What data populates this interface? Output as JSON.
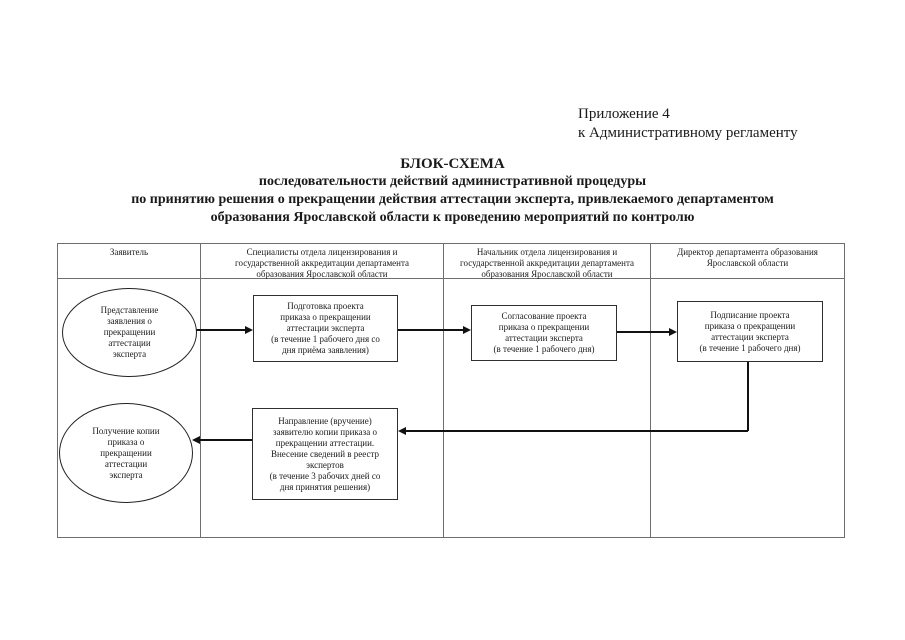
{
  "appendix": {
    "line1": "Приложение 4",
    "line2": "к Административному регламенту"
  },
  "title": {
    "line1": "БЛОК-СХЕМА",
    "line2": "последовательности действий административной процедуры",
    "line3": "по принятию решения о прекращении действия аттестации эксперта, привлекаемого департаментом",
    "line4": "образования Ярославской области к проведению мероприятий по контролю"
  },
  "table": {
    "headers": [
      "Заявитель",
      "Специалисты отдела лицензирования и\nгосударственной аккредитации департамента\nобразования Ярославской области",
      "Начальник отдела лицензирования и\nгосударственной аккредитации департамента\nобразования Ярославской области",
      "Директор департамента образования\nЯрославской области"
    ]
  },
  "flowchart": {
    "nodes": [
      {
        "id": "start",
        "shape": "ellipse",
        "lane": "Заявитель",
        "text": "Представление\nзаявления о\nпрекращении\nаттестации\nэксперта"
      },
      {
        "id": "prepare",
        "shape": "rect",
        "lane": "Специалисты отдела",
        "text": "Подготовка проекта\nприказа  о прекращении\nаттестации эксперта\n(в течение 1 рабочего дня со\nдня приёма заявления)"
      },
      {
        "id": "approve",
        "shape": "rect",
        "lane": "Начальник отдела",
        "text": "Согласование проекта\nприказа  о прекращении\nаттестации эксперта\n(в течение 1 рабочего дня)"
      },
      {
        "id": "sign",
        "shape": "rect",
        "lane": "Директор департамента",
        "text": "Подписание проекта\nприказа  о прекращении\nаттестации эксперта\n(в течение 1 рабочего дня)"
      },
      {
        "id": "deliver",
        "shape": "rect",
        "lane": "Специалисты отдела",
        "text": "Направление (вручение)\nзаявителю копии приказа о\nпрекращении аттестации.\nВнесение сведений в реестр\nэкспертов\n(в течение 3 рабочих дней со\nдня принятия решения)"
      },
      {
        "id": "end",
        "shape": "ellipse",
        "lane": "Заявитель",
        "text": "Получение копии\nприказа о\nпрекращении\nаттестации\nэксперта"
      }
    ],
    "edges": [
      "start -> prepare",
      "prepare -> approve",
      "approve -> sign",
      "sign -> deliver",
      "deliver -> end"
    ]
  },
  "colors": {
    "page_background": "#ffffff",
    "table_grid": "#6e6e6e",
    "shape_border": "#2f2f2f",
    "arrow": "#111111",
    "text": "#1a1a1a"
  }
}
